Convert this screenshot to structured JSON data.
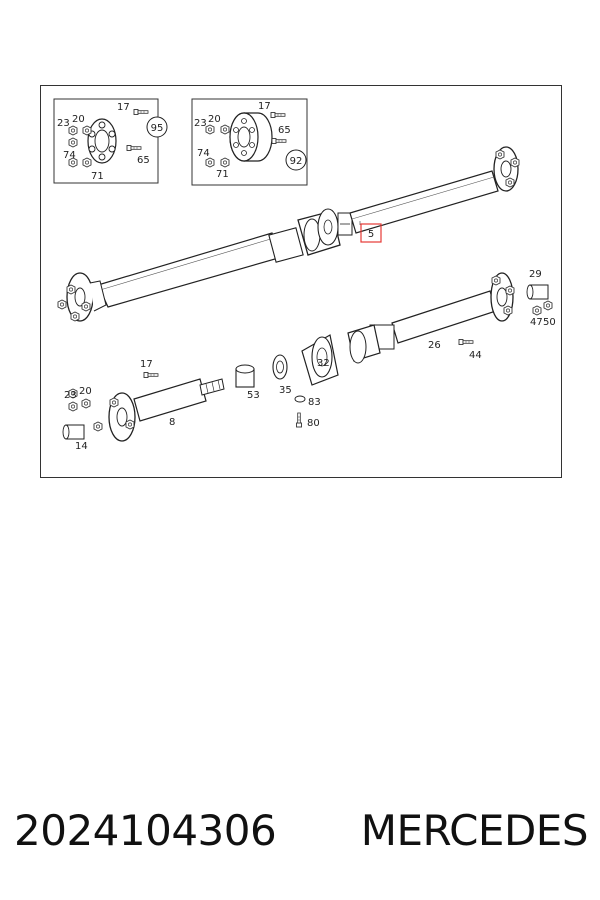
{
  "footer": {
    "part_number": "2024104306",
    "brand": "MERCEDES"
  },
  "diagram": {
    "highlight_color": "#e53935",
    "inset_left": {
      "callout": "95",
      "labels": [
        "17",
        "23",
        "20",
        "74",
        "71",
        "65"
      ]
    },
    "inset_right": {
      "callout": "92",
      "labels": [
        "17",
        "23",
        "20",
        "65",
        "74",
        "71"
      ]
    },
    "upper_shaft": {
      "highlight_label": "5"
    },
    "lower_parts": {
      "labels": [
        "29",
        "47",
        "50",
        "26",
        "44",
        "32",
        "35",
        "83",
        "80",
        "53",
        "17",
        "23",
        "20",
        "8",
        "14"
      ]
    }
  }
}
